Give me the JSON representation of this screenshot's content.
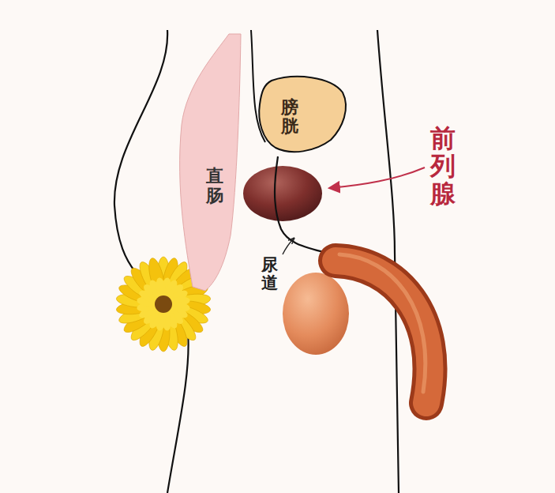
{
  "diagram": {
    "nodes": [
      {
        "text": [
          "膀胱"
        ]
      },
      {
        "text": [
          "直肠"
        ]
      }
    ],
    "labels": [
      "前列腺",
      "尿道"
    ]
  }
}
